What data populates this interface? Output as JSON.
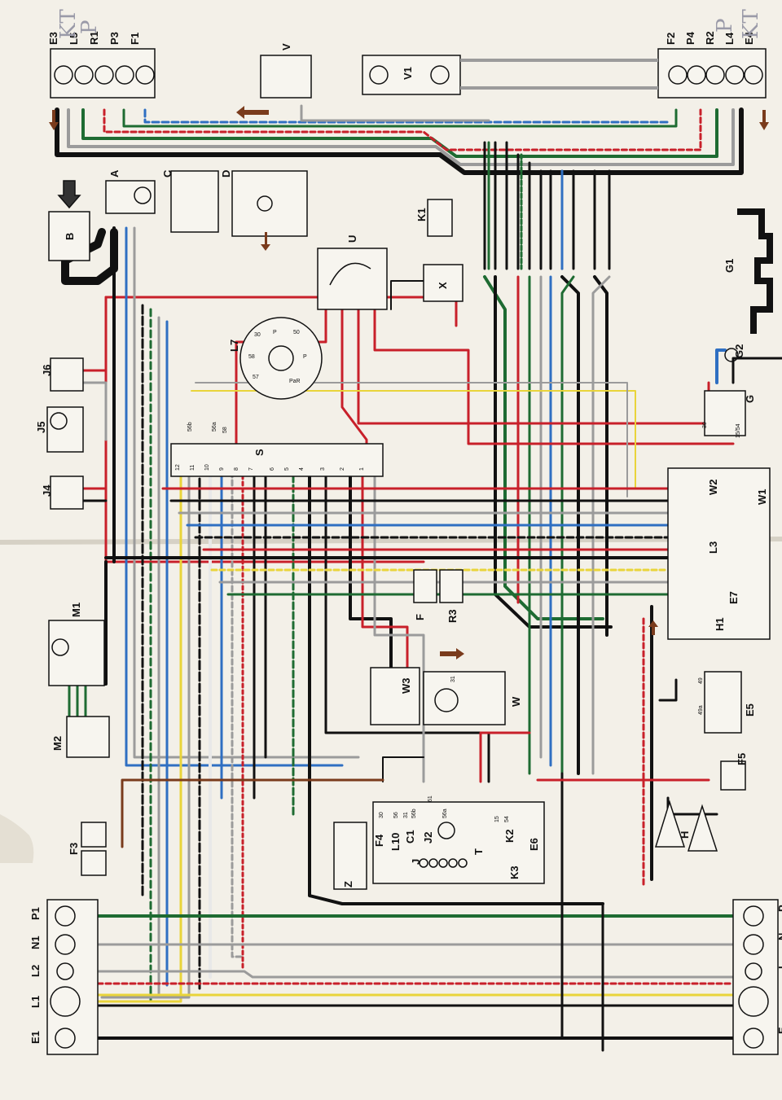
{
  "colors": {
    "paper": "#f3f0e8",
    "black": "#111111",
    "red": "#c8202a",
    "green": "#1e6b32",
    "blue": "#2f6fc2",
    "grey": "#9b9b9b",
    "white": "#e8e8e8",
    "yellow": "#e9d43a",
    "brown": "#7a3b1c",
    "violet": "#7b4a8e"
  },
  "components": {
    "front_left_cluster": [
      "E3",
      "L5",
      "R1",
      "P3",
      "F1"
    ],
    "front_right_cluster": [
      "F2",
      "P4",
      "R2",
      "L4",
      "E4"
    ],
    "rear_left_cluster": [
      "P1",
      "N1",
      "L2",
      "L1",
      "E1"
    ],
    "rear_right_cluster": [
      "P",
      "N",
      "L",
      "E"
    ],
    "labels": {
      "V": "V",
      "V1": "V1",
      "A": "A",
      "B": "B",
      "C": "C",
      "D": "D",
      "K1": "K1",
      "U": "U",
      "X": "X",
      "J6": "J6",
      "J5": "J5",
      "J4": "J4",
      "L7": "L7",
      "G": "G",
      "G1": "G1",
      "G2": "G2",
      "S": "S",
      "W1": "W1",
      "W2": "W2",
      "L3": "L3",
      "E7": "E7",
      "H1": "H1",
      "F": "F",
      "R3": "R3",
      "M1": "M1",
      "M2": "M2",
      "W3": "W3",
      "W": "W",
      "E5": "E5",
      "F5": "F5",
      "H": "H",
      "F3": "F3",
      "Z": "Z",
      "F4": "F4",
      "L10": "L10",
      "C1": "C1",
      "J2": "J2",
      "J": "J",
      "T": "T",
      "K2": "K2",
      "K3": "K3",
      "E6": "E6"
    },
    "handwritten": [
      "KT",
      "P",
      "P",
      "KT"
    ],
    "ignition_switch_pins": [
      "30",
      "P",
      "50",
      "58",
      "57",
      "P",
      "PaR"
    ],
    "fuse_numbers": [
      "12",
      "11",
      "10",
      "9",
      "8",
      "7",
      "6",
      "5",
      "4",
      "3",
      "2",
      "1"
    ],
    "relay_pins": [
      "30",
      "15/54",
      "58",
      "56b",
      "56a",
      "31",
      "61",
      "49",
      "49a"
    ],
    "dimmer_pins": [
      "30",
      "56",
      "56a",
      "56b",
      "31",
      "15",
      "54"
    ]
  }
}
